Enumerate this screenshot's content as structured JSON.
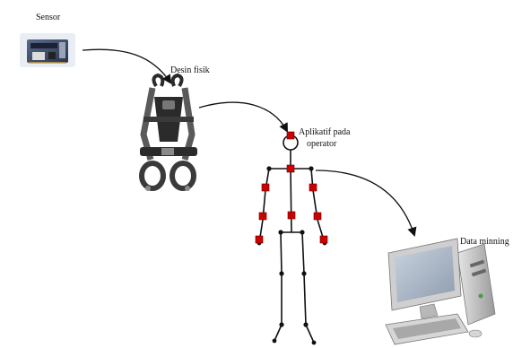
{
  "labels": {
    "sensor": "Sensor",
    "design": "Desin fisik",
    "operator_line1": "Aplikatif pada",
    "operator_line2": "operator",
    "data_mining": "Data minning"
  },
  "colors": {
    "sensor_marker": "#cc0000",
    "line": "#111111",
    "joint": "#111111",
    "harness": "#2b2b2b",
    "harness_strap": "#5a5a5a",
    "sensor_board": "#3a4a6a",
    "monitor": "#cfcfcf",
    "screen": "#a9b4c2"
  },
  "icons": {
    "sensor": "sensor-board-icon",
    "harness": "safety-harness-icon",
    "skeleton": "human-skeleton-icon",
    "computer": "desktop-computer-icon"
  }
}
